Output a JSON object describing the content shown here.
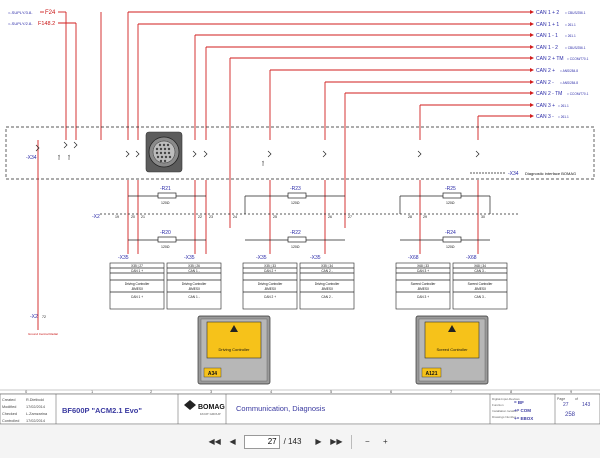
{
  "top_signals_left": [
    {
      "ref": "=-SUPLY/3.8-",
      "label": "F24"
    },
    {
      "ref": "=-SUPLY/2.8-",
      "label": "F148.2"
    }
  ],
  "can_signals": [
    {
      "label": "CAN 1 + 2",
      "ref": "= CBUS/256.1"
    },
    {
      "label": "CAN 1 + 1",
      "ref": "= 261.1"
    },
    {
      "label": "CAN 1 - 1",
      "ref": "= 261.1"
    },
    {
      "label": "CAN 1 - 2",
      "ref": "= CBUS/256.1"
    },
    {
      "label": "CAN 2 + TM",
      "ref": "= CCOM/770.1"
    },
    {
      "label": "CAN 2 +",
      "ref": "= ANS/284.8"
    },
    {
      "label": "CAN 2 -",
      "ref": "= ANS/284.8"
    },
    {
      "label": "CAN 2 - TM",
      "ref": "= CCOM/770.1"
    },
    {
      "label": "CAN 3 +",
      "ref": "= 261.1"
    },
    {
      "label": "CAN 3 -",
      "ref": "= 261.1"
    }
  ],
  "diagnostic": {
    "left_tag": "-X34",
    "right_tag": "-X34",
    "right_text": "Diagnostic interface BOMAG"
  },
  "pins": {
    "pin_left_a": "X34",
    "pin_left_b": "X34",
    "pin_c": "X34"
  },
  "terminal_label": "-X2",
  "terminal_numbers": [
    "19",
    "20",
    "21",
    "22",
    "23",
    "24",
    "25",
    "26",
    "27",
    "28",
    "29",
    "30"
  ],
  "resistors": [
    {
      "name": "-R21",
      "value": "120Ω"
    },
    {
      "name": "-R20",
      "value": "120Ω"
    },
    {
      "name": "-R23",
      "value": "120Ω"
    },
    {
      "name": "-R22",
      "value": "120Ω"
    },
    {
      "name": "-R25",
      "value": "120Ω"
    },
    {
      "name": "-R24",
      "value": "120Ω"
    }
  ],
  "connector_groups": [
    {
      "left_tag": "-X35",
      "right_tag": "-X35",
      "cells": [
        {
          "top": "X35 | 27",
          "mid": "CAN 1 +",
          "name": "Driving Controller",
          "code": "-BMESX",
          "sig": "CAN 1 +"
        },
        {
          "top": "X35 | 26",
          "mid": "CAN 1 -",
          "name": "Driving Controller",
          "code": "-BMESX",
          "sig": "CAN 1 -"
        }
      ]
    },
    {
      "left_tag": "-X35",
      "right_tag": "-X35",
      "cells": [
        {
          "top": "X35 | 33",
          "mid": "CAN 2 +",
          "name": "Driving Controller",
          "code": "-BMESX",
          "sig": "CAN 2 +"
        },
        {
          "top": "X35 | 34",
          "mid": "CAN 2 -",
          "name": "Driving Controller",
          "code": "-BMESX",
          "sig": "CAN 2 -"
        }
      ]
    },
    {
      "left_tag": "-X68",
      "right_tag": "-X68",
      "cells": [
        {
          "top": "X68 | 33",
          "mid": "CAN 3 +",
          "name": "Screed Controller",
          "code": "-BMESX",
          "sig": "CAN 3 +"
        },
        {
          "top": "X68 | 34",
          "mid": "CAN 3 -",
          "name": "Screed Controller",
          "code": "-BMESX",
          "sig": "CAN 3 -"
        }
      ]
    }
  ],
  "controllers": [
    {
      "title": "Driving Controller",
      "tag": "A34"
    },
    {
      "title": "Screed Controller",
      "tag": "A121"
    }
  ],
  "bottom_terminal": {
    "tag": "-X2",
    "pin": "72",
    "note": "Ground Central Radial"
  },
  "column_numbers": [
    "0",
    "1",
    "2",
    "3",
    "4",
    "5",
    "6",
    "7",
    "8",
    "9"
  ],
  "title_block": {
    "rows": [
      {
        "label": "Created",
        "value": "R.Dietbold"
      },
      {
        "label": "Modified",
        "value": "17/02/2014"
      },
      {
        "label": "Checked",
        "value": "L.Zamzarina"
      },
      {
        "label": "Controlled",
        "value": "17/02/2014"
      }
    ],
    "machine": "BF600P \"ACM2.1 Evo\"",
    "brand": "BOMAG",
    "brand_sub": "FAYAT GROUP",
    "title": "Communication, Diagnosis",
    "meta_labels": [
      "Digital-Input-Devices",
      "Function",
      "Installation location",
      "Drawings Number"
    ],
    "meta_values": [
      "= BF",
      "+= COM",
      "+= EBOX"
    ],
    "page_label": "Page",
    "page": "27",
    "of_label": "of",
    "pages": "143",
    "sheet_no": "258"
  },
  "viewer": {
    "page": "27",
    "total": "/ 143"
  }
}
